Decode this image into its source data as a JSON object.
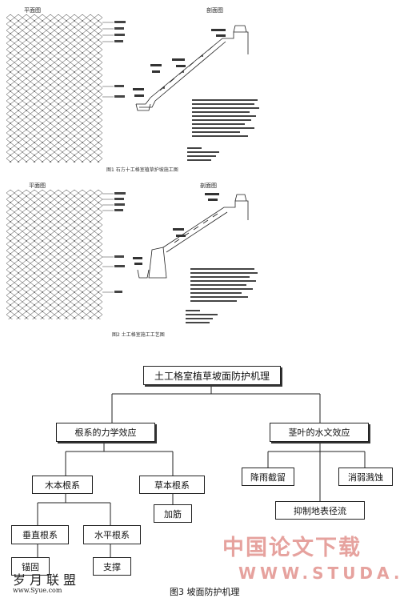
{
  "figure1": {
    "plan_title": "平面图",
    "section_title": "剖面图",
    "caption": "图1  石方十工格室植草护坡施工图"
  },
  "figure2": {
    "plan_title": "平面图",
    "section_title": "剖面图",
    "caption": "图2  土工格室施工工艺图"
  },
  "figure3": {
    "root": "土工格室植草坡面防护机理",
    "mech": "根系的力学效应",
    "hydro": "茎叶的水文效应",
    "woody": "木本根系",
    "herb": "草本根系",
    "vertical": "垂直根系",
    "horizontal": "水平根系",
    "anchor": "锚固",
    "support": "支撑",
    "reinforce": "加筋",
    "rain": "降雨截留",
    "erosion": "消弱溅蚀",
    "runoff": "抑制地表径流",
    "caption": "图3   坡面防护机理"
  },
  "watermark": {
    "cn": "中国论文下载",
    "url": "WWW.STUDA.",
    "logo_cn": "岁月联盟",
    "logo_url": "www.Syue.com"
  }
}
